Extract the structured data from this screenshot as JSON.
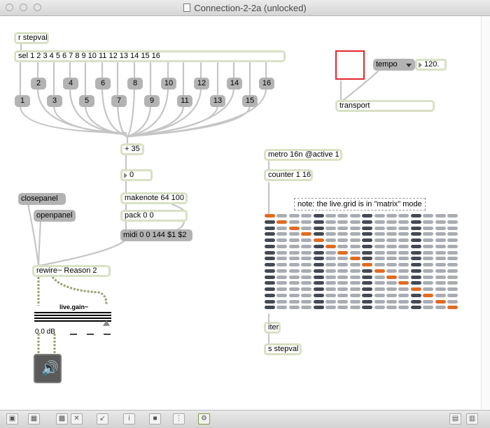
{
  "window": {
    "title": "Connection-2-2a (unlocked)"
  },
  "objects": {
    "r_stepval": "r stepval",
    "sel": "sel 1 2 3 4 5 6 7 8 9 10 11 12 13 14 15 16",
    "plus35": "+ 35",
    "makenote": "makenote 64 100",
    "pack": "pack 0 0",
    "transport": "transport",
    "metro": "metro 16n @active 1",
    "counter": "counter 1 16",
    "rewire": "rewire~ Reason 2",
    "iter": "iter",
    "s_stepval": "s stepval"
  },
  "messages": {
    "top_row": [
      "2",
      "4",
      "6",
      "8",
      "10",
      "12",
      "14",
      "16"
    ],
    "bottom_row": [
      "1",
      "3",
      "5",
      "7",
      "9",
      "11",
      "13",
      "15"
    ],
    "closepanel": "closepanel",
    "openpanel": "openpanel",
    "midi": "midi 0 0 144 $1 $2",
    "tempo": "tempo"
  },
  "numbers": {
    "plus_out": "0",
    "tempo_value": "120."
  },
  "comment": "note: the live.grid is in \"matrix\" mode",
  "live_gain": {
    "label": "live.gain~",
    "value": "0.0 dB"
  },
  "live_grid": {
    "columns": 16,
    "rows": 16,
    "active_steps": [
      16,
      15,
      14,
      13,
      12,
      11,
      10,
      9,
      8,
      7,
      6,
      5,
      4,
      3,
      2,
      1
    ]
  },
  "colors": {
    "object_border": "#d8e1c4",
    "message": "#b3b3b3",
    "grid_on": "#e06b22",
    "grid_off": "#a9adb3",
    "grid_col": "#434a55",
    "bang": "#e2272b"
  },
  "toolbar": [
    "lock-icon",
    "present-icon",
    "patch-icon",
    "close-icon",
    "debug-icon",
    "info-icon",
    "new-object-icon",
    "grid-icon",
    "palette-icon",
    "sidebar-left-icon",
    "sidebar-right-icon"
  ]
}
